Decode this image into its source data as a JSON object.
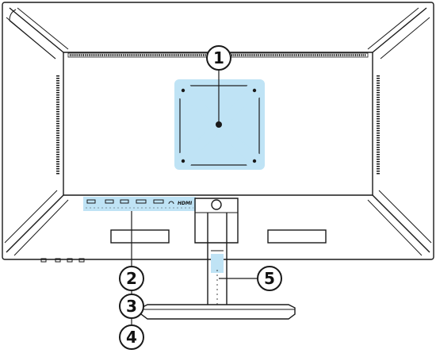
{
  "colors": {
    "highlight": "#bfe3f5",
    "line": "#1a1a1a",
    "callout_fill": "#ffffff"
  },
  "callouts": [
    {
      "id": "1",
      "label": "1"
    },
    {
      "id": "2",
      "label": "2"
    },
    {
      "id": "3",
      "label": "3"
    },
    {
      "id": "4",
      "label": "4"
    },
    {
      "id": "5",
      "label": "5"
    }
  ],
  "ports": {
    "brand_logo": "HDMI"
  },
  "icons": {
    "headphone": "headphone-icon",
    "screw": "screw-hole-icon"
  }
}
